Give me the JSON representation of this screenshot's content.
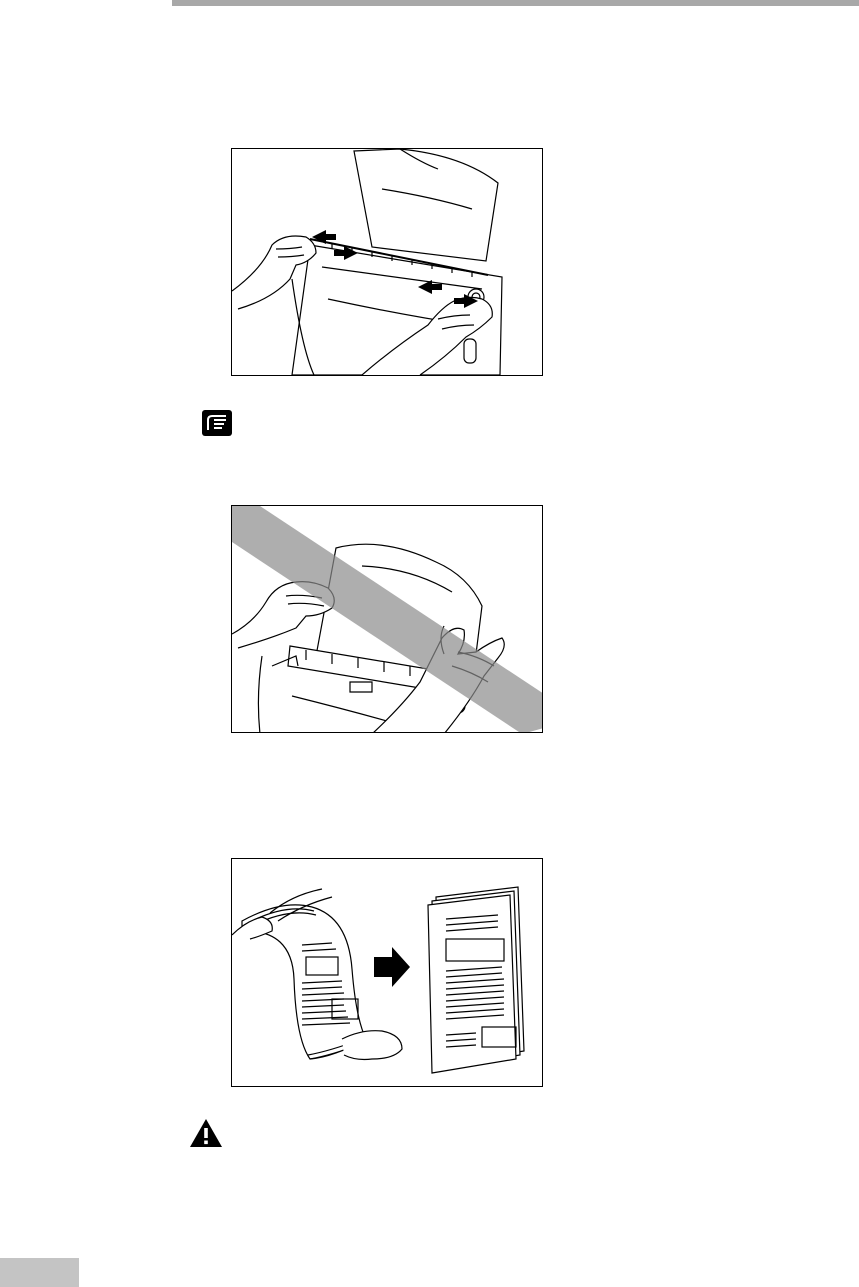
{
  "page": {
    "header_rule_color": "#a8a8a8",
    "page_tab_color": "#c4c4c4"
  },
  "figures": [
    {
      "name": "adjust-document-guides-illustration",
      "icon": "scanner-hands-guides"
    },
    {
      "name": "incorrect-handling-illustration",
      "icon": "scanner-crossed-out"
    },
    {
      "name": "fan-documents-illustration",
      "icon": "paper-stack-fanning"
    }
  ],
  "icons": {
    "important": "pointing-hand-icon",
    "caution": "warning-triangle-icon"
  }
}
